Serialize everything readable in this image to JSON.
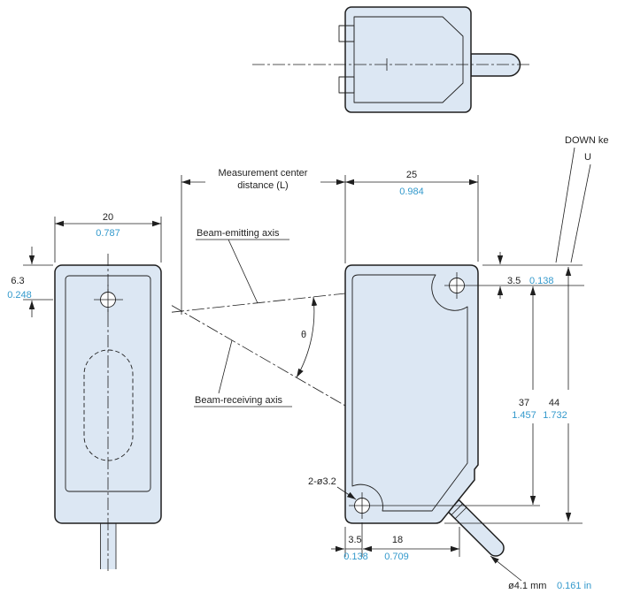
{
  "colors": {
    "body_fill": "#dce7f3",
    "line": "#1f1f1f",
    "inch_text": "#3399cc"
  },
  "labels": {
    "measurement_center_line1": "Measurement center",
    "measurement_center_line2": "distance (L)",
    "beam_emitting": "Beam-emitting axis",
    "beam_receiving": "Beam-receiving axis",
    "theta": "θ",
    "down_key": "DOWN ke",
    "up_key": "U",
    "mounting_holes": "2-ø3.2",
    "cable_dia_mm": "ø4.1 mm",
    "cable_dia_in": "0.161 in"
  },
  "dimensions": {
    "front_width": {
      "mm": "20",
      "in": "0.787"
    },
    "hole_offset": {
      "mm": "6.3",
      "in": "0.248"
    },
    "body_depth": {
      "mm": "25",
      "in": "0.984"
    },
    "top_hole": {
      "mm": "3.5",
      "in": "0.138"
    },
    "hole_pitch": {
      "mm": "37",
      "in": "1.457"
    },
    "body_height": {
      "mm": "44",
      "in": "1.732"
    },
    "bottom_hole": {
      "mm": "3.5",
      "in": "0.138"
    },
    "bottom_span": {
      "mm": "18",
      "in": "0.709"
    }
  }
}
